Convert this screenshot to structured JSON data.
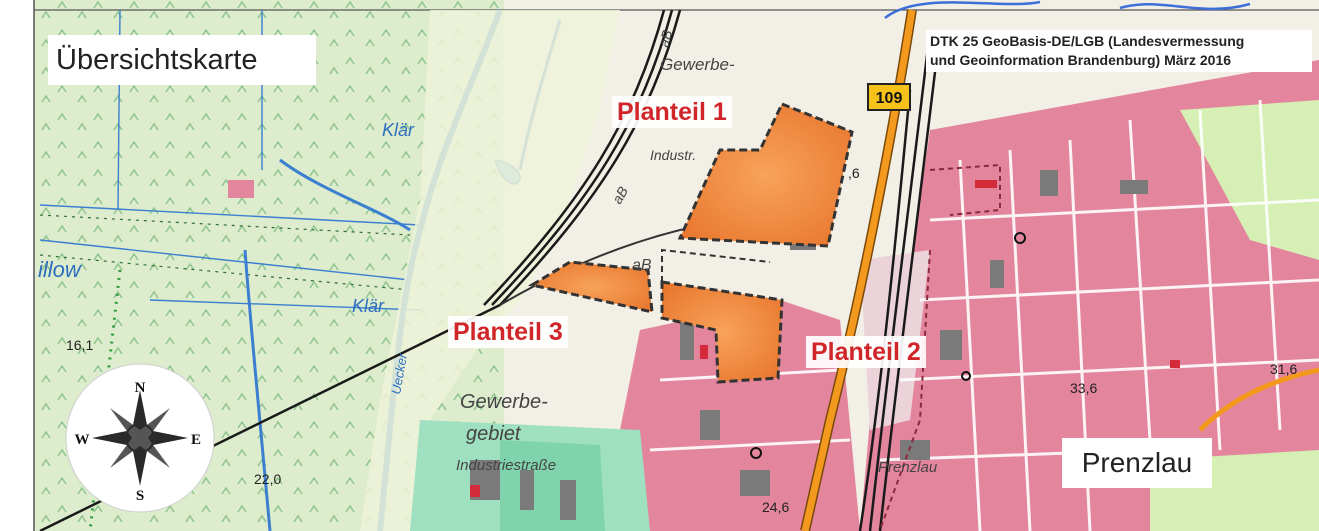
{
  "map": {
    "title": "Übersichtskarte",
    "credit_line1": "DTK 25  GeoBasis-DE/LGB (Landesvermessung",
    "credit_line2": "und Geoinformation Brandenburg) März 2016",
    "city_label": "Prenzlau",
    "road_shield": "109",
    "plan_areas": [
      {
        "label": "Planteil 1"
      },
      {
        "label": "Planteil 2"
      },
      {
        "label": "Planteil 3"
      }
    ],
    "compass": {
      "n": "N",
      "s": "S",
      "e": "E",
      "w": "W"
    },
    "map_labels": {
      "klaer_1": "Klär",
      "klaer_2": "Klär",
      "uecker": "Uecker",
      "gewerbe_top": "Gewerbe-",
      "aB_1": "aB",
      "aB_2": "aB",
      "aB_3": "aB",
      "gewerbe_bottom_1": "Gewerbe-",
      "gewerbe_bottom_2": "gebiet",
      "strasse": "Industriestraße",
      "prenzlau_small": "Prenzlau",
      "willow": "illow",
      "elev_1": "16,1",
      "elev_2": "22,0",
      "elev_3": "24,6",
      "elev_4": "33,6",
      "elev_5": "31,6",
      "elev_6": ",6",
      "industrie": "Industr."
    },
    "colors": {
      "plan_fill": "#f08a3c",
      "settlement_pink": "#e4859e",
      "water_blue": "#3a7fd0",
      "road_orange": "#f39a1e",
      "label_red": "#d0262a"
    }
  }
}
